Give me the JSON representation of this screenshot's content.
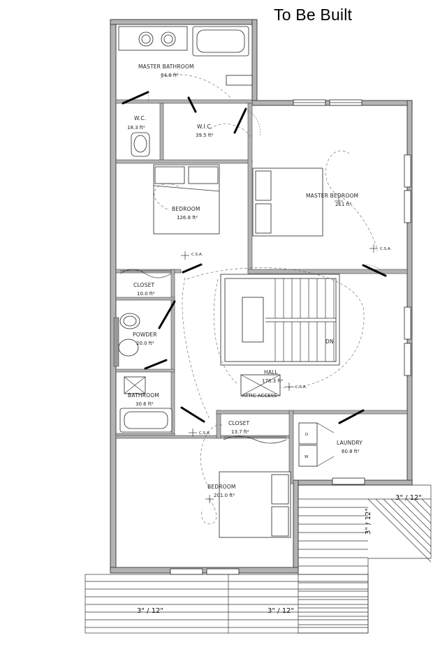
{
  "title": "To Be Built",
  "rooms": [
    {
      "key": "master_bath",
      "name": "MASTER BATHROOM",
      "area": "84.6 ft²"
    },
    {
      "key": "wc",
      "name": "W.C.",
      "area": "18.3 ft²"
    },
    {
      "key": "wic",
      "name": "W.I.C.",
      "area": "39.5 ft²"
    },
    {
      "key": "bedroom1",
      "name": "BEDROOM",
      "area": "126.8 ft²"
    },
    {
      "key": "master_bed",
      "name": "MASTER BEDROOM",
      "area": "211 ft²"
    },
    {
      "key": "closet1",
      "name": "CLOSET",
      "area": "10.0 ft²"
    },
    {
      "key": "powder",
      "name": "POWDER",
      "area": "20.0 ft²"
    },
    {
      "key": "bathroom",
      "name": "BATHROOM",
      "area": "30.6 ft²"
    },
    {
      "key": "hall",
      "name": "HALL",
      "area": "178.3 ft²"
    },
    {
      "key": "closet2",
      "name": "CLOSET",
      "area": "13.7 ft²"
    },
    {
      "key": "laundry",
      "name": "LAUNDRY",
      "area": "60.8 ft²"
    },
    {
      "key": "bedroom2",
      "name": "BEDROOM",
      "area": "201.0 ft²"
    }
  ],
  "stairs_label": "DN",
  "attic_label": "ATTIC ACCESS",
  "dryer_label": "D",
  "washer_label": "W",
  "sensor_labels": {
    "csa1": "C.S.A.",
    "csa2": "C.S.A.",
    "csa3": "C.S.A.",
    "csa4": "C.S.A."
  },
  "roof_slopes": {
    "right_horizontal": "3\" / 12\"",
    "right_vertical": "3\" / 12\"",
    "bottom_left": "3\" / 12\"",
    "bottom_right": "3\" / 12\""
  }
}
